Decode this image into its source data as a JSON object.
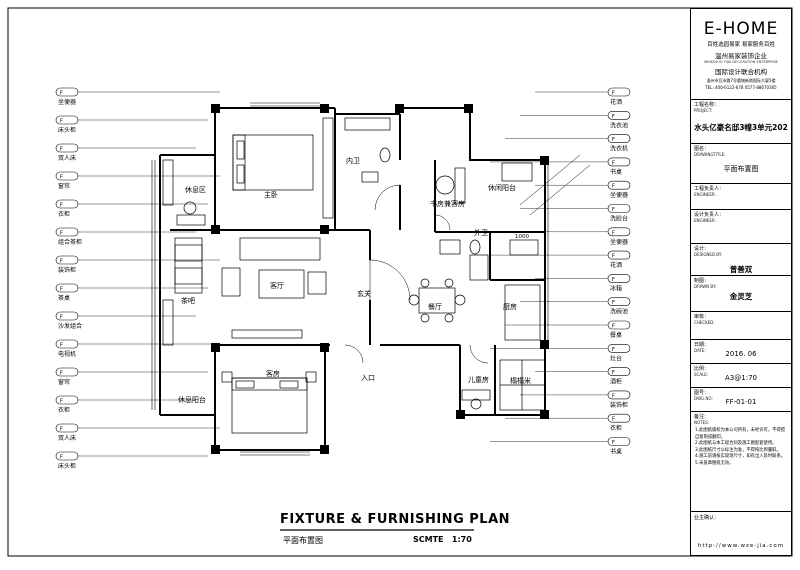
{
  "plan": {
    "title": "FIXTURE & FURNISHING PLAN",
    "subtitle": "平面布置图",
    "scale_code": "SCMTE",
    "scale_ratio": "1:70"
  },
  "rooms": {
    "leisure_area": "休息区",
    "master_bedroom": "主卧",
    "inner_bath": "内卫",
    "study_guest": "书房兼客房",
    "leisure_balcony_top": "休闲阳台",
    "outer_bath": "外卫",
    "tea_bar": "茶吧",
    "living_room": "客厅",
    "foyer": "玄关",
    "dining_room": "餐厅",
    "kitchen": "厨房",
    "entrance": "入口",
    "guest_room": "客房",
    "leisure_balcony_bottom": "休息阳台",
    "kids_room": "儿童房",
    "tatami": "榻榻米",
    "dim_1000": "1000"
  },
  "left_callouts": [
    "坐便器",
    "床头柜",
    "双人床",
    "窗帘",
    "衣柜",
    "组合茶柜",
    "装饰柜",
    "茶桌",
    "沙发组合",
    "电视机",
    "窗帘",
    "衣柜",
    "双人床",
    "床头柜"
  ],
  "right_callouts": [
    "花洒",
    "洗衣池",
    "洗衣机",
    "书桌",
    "坐便器",
    "洗脸台",
    "坐便器",
    "花洒",
    "冰箱",
    "洗碗池",
    "餐桌",
    "灶台",
    "酒柜",
    "装饰柜",
    "衣柜",
    "书桌"
  ],
  "title_block": {
    "logo": "E-HOME",
    "slogan": "百姓选园易家 易家服务百姓",
    "company": "温州易家装饰企业",
    "company_en": "WENZHOU YIJIA DECORATION ENTERPRISE",
    "intl_label": "国际设计联合机构",
    "address": "温州市瓦市路7号鹿城新南国际大厦5楼",
    "phone": "TEL: 400-6122-678  0577-88670365",
    "project_label": "工程名称：",
    "project_label_en": "PROJECT:",
    "project_value": "水头亿豪名邸3幢3单元202",
    "drawing_title_label": "图名：",
    "drawing_title_label_en": "DRAWINGTITLE:",
    "drawing_title_value": "平面布置图",
    "engineer_label": "工程负责人：",
    "engineer_label_en": "ENGINEER:",
    "design_engineer_label": "设计负责人：",
    "design_engineer_label_en": "ENGINEER:",
    "designer_label": "设计：",
    "designer_label_en": "DESIGNED BY:",
    "designer_value": "曾善双",
    "drawn_label": "制图：",
    "drawn_label_en": "DRAWN BY:",
    "drawn_value": "金灵芝",
    "checked_label": "审核：",
    "checked_label_en": "CHECKED:",
    "date_label": "日期：",
    "date_label_en": "DATE:",
    "date_value": "2016. 06",
    "scale_label": "比例：",
    "scale_label_en": "SCALE:",
    "scale_value": "A3@1:70",
    "drawing_no_label": "图号：",
    "drawing_no_label_en": "DWG.NO:",
    "drawing_no_value": "FF-01-01",
    "notes_label": "备注：",
    "notes_label_en": "NOTES:",
    "notes": [
      "1.此图纸版权为本公司所有，未经许可，不得擅自复制或翻印。",
      "2.此图纸与本工程合同及施工图配套使用。",
      "3.此图纸尺寸以标注为准，不得按比例量取。",
      "4.施工前请核实现场尺寸，如有出入及时联系。",
      "5.未盖章图纸无效。"
    ],
    "owner_label": "业主确认：",
    "url": "http://www.wze-jia.com"
  }
}
